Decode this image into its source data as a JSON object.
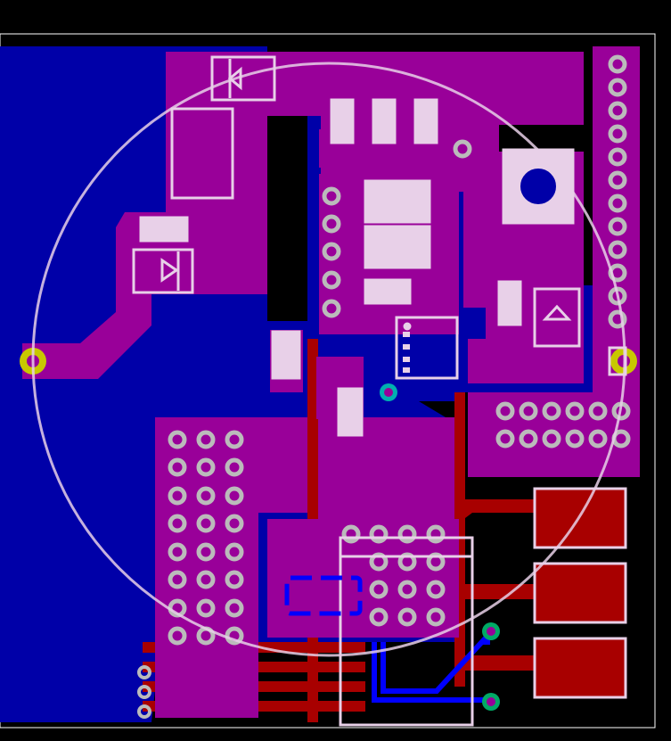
{
  "view": {
    "name": "pcb-layout-view",
    "colors": {
      "background": "#000000",
      "outline": "#ffffff",
      "bottom_copper": "#0000a8",
      "top_copper": "#a80000",
      "overlap": "#990099",
      "silkscreen": "#e8d0e8",
      "drill": "#bbbbbb",
      "via_green": "#00aa66",
      "via_teal": "#00b0b0",
      "pad_yellow": "#c8c800",
      "bottom_trace": "#0000ff"
    },
    "layers": [
      "top-copper",
      "bottom-copper",
      "silkscreen",
      "vias"
    ]
  }
}
